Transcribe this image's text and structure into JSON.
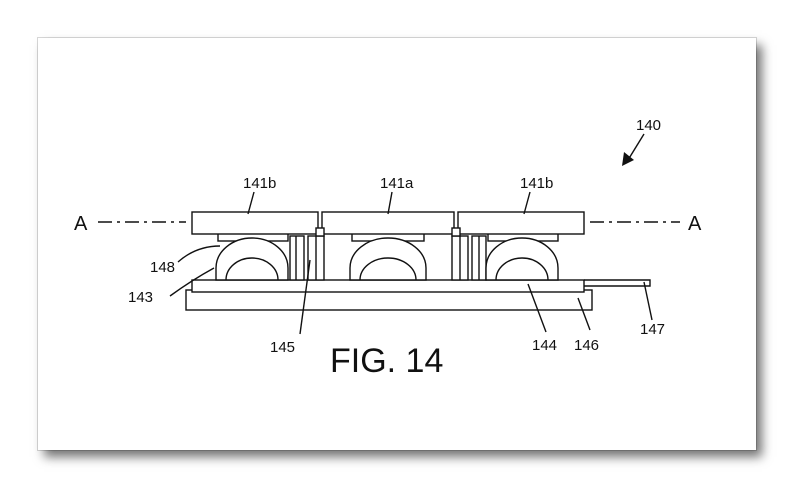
{
  "figure": {
    "caption": "FIG. 14",
    "labels": {
      "assembly": "140",
      "chip_left": "141b",
      "chip_center": "141a",
      "chip_right": "141b",
      "section_left": "A",
      "section_right": "A",
      "l148": "148",
      "l143": "143",
      "l145": "145",
      "l144": "144",
      "l146": "146",
      "l147": "147"
    }
  }
}
